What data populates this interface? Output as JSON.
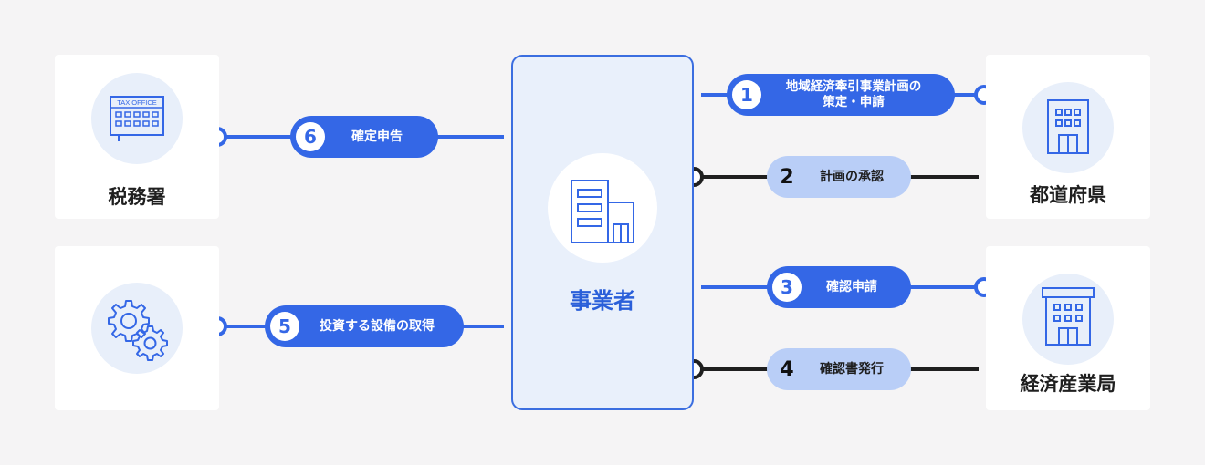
{
  "colors": {
    "background": "#f5f4f5",
    "card": "#ffffff",
    "accent_blue": "#3467e6",
    "light_blue": "#b9cef7",
    "dark_line": "#1f1f1f",
    "icon_bg": "#e8effa"
  },
  "center": {
    "label": "事業者",
    "icon": "office-building-icon"
  },
  "entities": {
    "tax_office": {
      "label": "税務署",
      "icon": "tax-office-icon",
      "icon_text": "TAX OFFICE"
    },
    "equipment": {
      "label": "",
      "icon": "gears-icon"
    },
    "prefecture": {
      "label": "都道府県",
      "icon": "government-building-icon"
    },
    "meti": {
      "label": "経済産業局",
      "icon": "ministry-building-icon"
    }
  },
  "steps": [
    {
      "num": "1",
      "text": "地域経済牽引事業計画の\n策定・申請",
      "style": "blue"
    },
    {
      "num": "2",
      "text": "計画の承認",
      "style": "light"
    },
    {
      "num": "3",
      "text": "確認申請",
      "style": "blue"
    },
    {
      "num": "4",
      "text": "確認書発行",
      "style": "light"
    },
    {
      "num": "5",
      "text": "投資する設備の取得",
      "style": "blue"
    },
    {
      "num": "6",
      "text": "確定申告",
      "style": "blue"
    }
  ]
}
